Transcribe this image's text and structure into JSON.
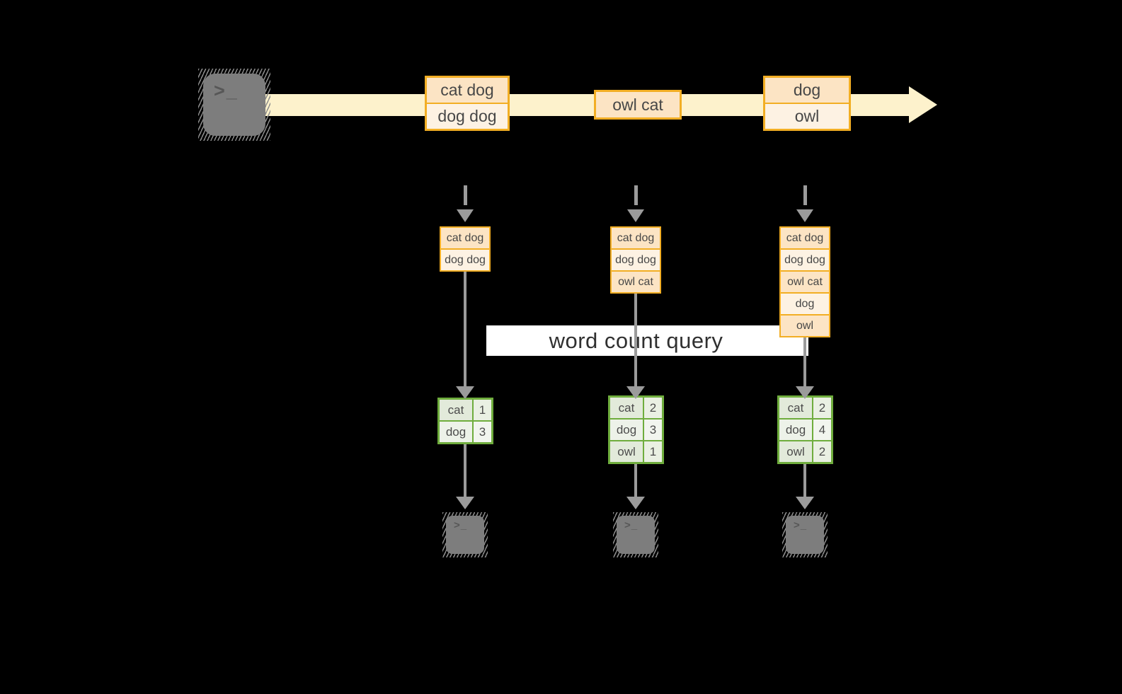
{
  "query_label": "word count query",
  "icons": {
    "prompt_glyph": ">_"
  },
  "colors": {
    "background": "#000000",
    "stream_band": "#fdf2cc",
    "orange_border": "#f2ae24",
    "peach_dark": "#fce4c4",
    "peach_light": "#fdf2e3",
    "green_border": "#6fad3d",
    "green_cell_dark": "#e2eada",
    "green_cell_light": "#edf2e9",
    "arrow_gray": "#9b9b9b",
    "terminal_gray": "#7d7d7d",
    "query_band_bg": "#ffffff"
  },
  "timeline": {
    "messages": [
      {
        "lines": [
          "cat dog",
          "dog dog"
        ]
      },
      {
        "lines": [
          "owl cat"
        ]
      },
      {
        "lines": [
          "dog",
          "owl"
        ]
      }
    ]
  },
  "columns": [
    {
      "state": [
        "cat dog",
        "dog dog"
      ],
      "counts": [
        {
          "word": "cat",
          "count": "1"
        },
        {
          "word": "dog",
          "count": "3"
        }
      ]
    },
    {
      "state": [
        "cat dog",
        "dog dog",
        "owl cat"
      ],
      "counts": [
        {
          "word": "cat",
          "count": "2"
        },
        {
          "word": "dog",
          "count": "3"
        },
        {
          "word": "owl",
          "count": "1"
        }
      ]
    },
    {
      "state": [
        "cat dog",
        "dog dog",
        "owl cat",
        "dog",
        "owl"
      ],
      "counts": [
        {
          "word": "cat",
          "count": "2"
        },
        {
          "word": "dog",
          "count": "4"
        },
        {
          "word": "owl",
          "count": "2"
        }
      ]
    }
  ]
}
